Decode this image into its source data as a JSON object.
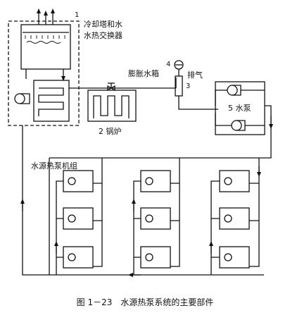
{
  "labels": {
    "cooling_tower_num": "1",
    "cooling_tower_line1": "冷却塔和水",
    "cooling_tower_line2": "水热交换器",
    "expansion_tank": "膨胀水箱",
    "valve_num": "4",
    "tank_num": "3",
    "exhaust": "排气",
    "pump": "5 水泵",
    "boiler": "2 锅炉",
    "hp_group": "水源热泵机组"
  },
  "caption": "图 1－23　水源热泵系统的主要部件",
  "icons": [
    "cooling-tower-icon",
    "heat-exchanger-icon",
    "boiler-icon",
    "valve-icon",
    "gauge-icon",
    "pump-icon",
    "heat-pump-unit-icon"
  ]
}
